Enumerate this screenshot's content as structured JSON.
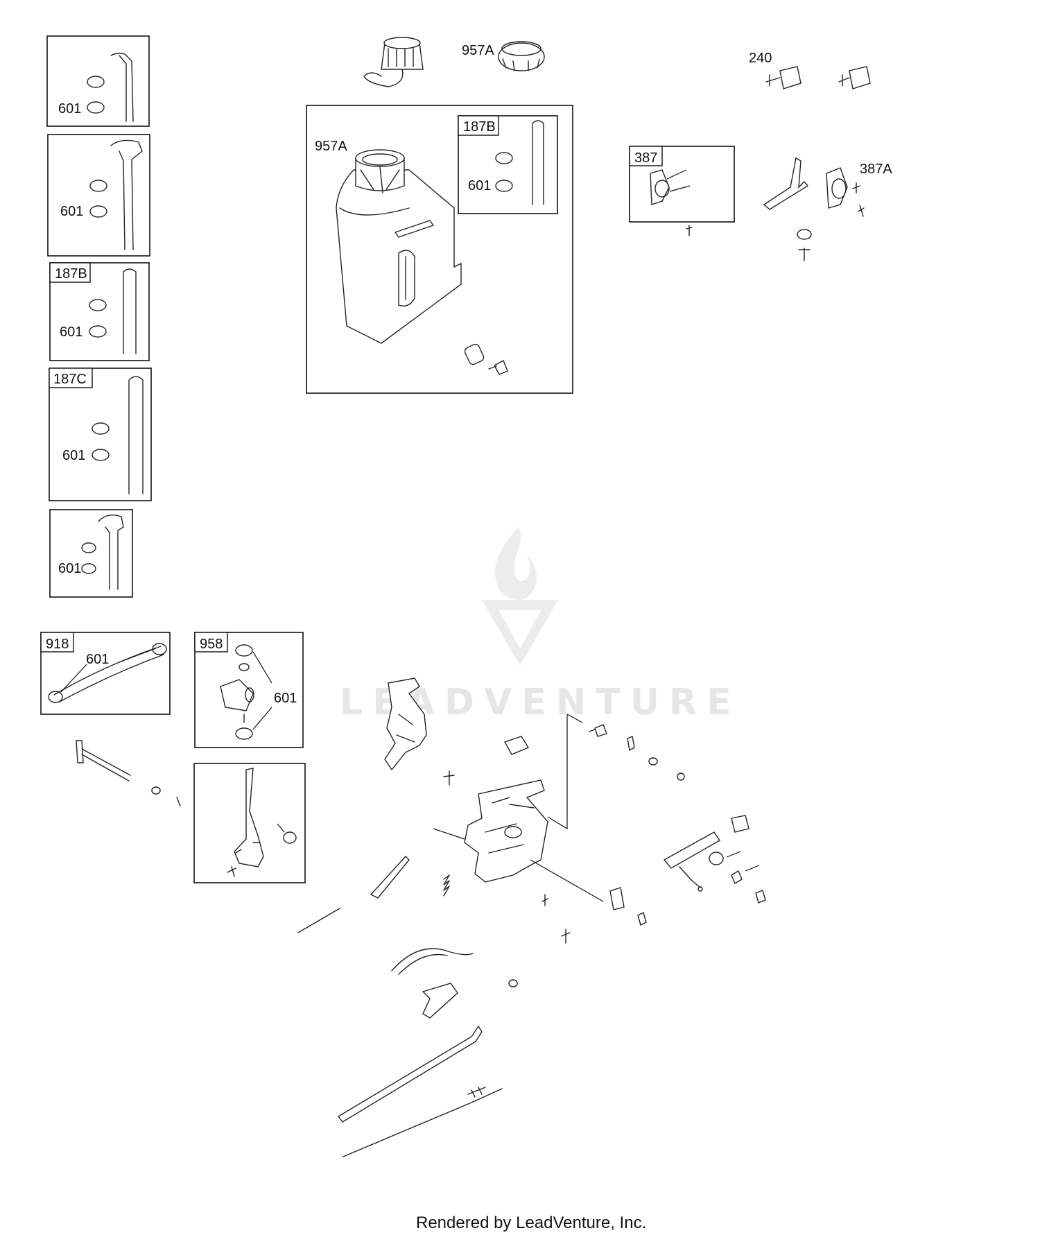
{
  "diagram": {
    "labels": {
      "box1_clamp": "601",
      "box2_clamp": "601",
      "box3_tag": "187B",
      "box3_clamp": "601",
      "box4_tag": "187C",
      "box4_clamp": "601",
      "box5_clamp": "601",
      "cap_top": "957A",
      "tank": "957A",
      "tank_hose_tag": "187B",
      "tank_hose_clamp": "601",
      "filter": "240",
      "pump_tag": "387",
      "pump_alt": "387A",
      "fuel_line_tag": "918",
      "fuel_line_clamp": "601",
      "shutoff_tag": "958",
      "shutoff_clamp": "601"
    },
    "watermark": "LEADVENTURE",
    "footer": "Rendered by LeadVenture, Inc."
  }
}
